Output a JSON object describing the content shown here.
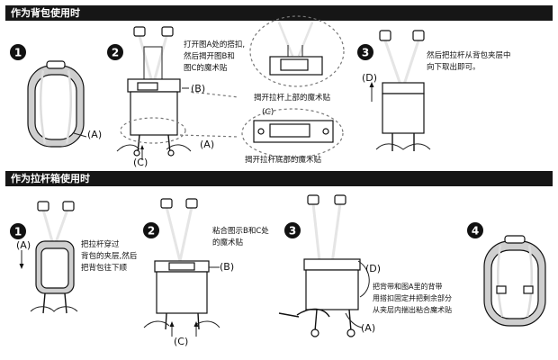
{
  "sections": [
    {
      "title": "作为背包使用时",
      "steps": [
        {
          "number": "1",
          "labels": [
            "(A)"
          ]
        },
        {
          "number": "2",
          "text": [
            "打开图A处的搭扣,",
            "然后揭开图B和",
            "图C的魔术贴"
          ],
          "labels": [
            "(B)",
            "(C)",
            "(A)"
          ]
        },
        {
          "number": "3",
          "text": [
            "然后把拉杆从背包夹层中",
            "向下取出即可。"
          ],
          "labels": [
            "(D)"
          ]
        }
      ],
      "callouts": [
        {
          "text": "揭开拉杆上部的魔术贴"
        },
        {
          "text": "揭开拉杆底部的魔术贴",
          "label": "(C)"
        }
      ]
    },
    {
      "title": "作为拉杆箱使用时",
      "steps": [
        {
          "number": "1",
          "text": [
            "把拉杆穿过",
            "背包的夹层,然后",
            "把背包往下顺"
          ],
          "labels": [
            "(A)"
          ]
        },
        {
          "number": "2",
          "text": [
            "粘合图示B和C处",
            "的魔术贴"
          ],
          "labels": [
            "(B)",
            "(C)"
          ]
        },
        {
          "number": "3",
          "text": [
            "把背带和图A里的背带",
            "用搭扣固定并把剩余部分",
            "从夹层内揣出粘合魔术贴"
          ],
          "labels": [
            "(D)",
            "(A)"
          ]
        },
        {
          "number": "4"
        }
      ]
    }
  ]
}
